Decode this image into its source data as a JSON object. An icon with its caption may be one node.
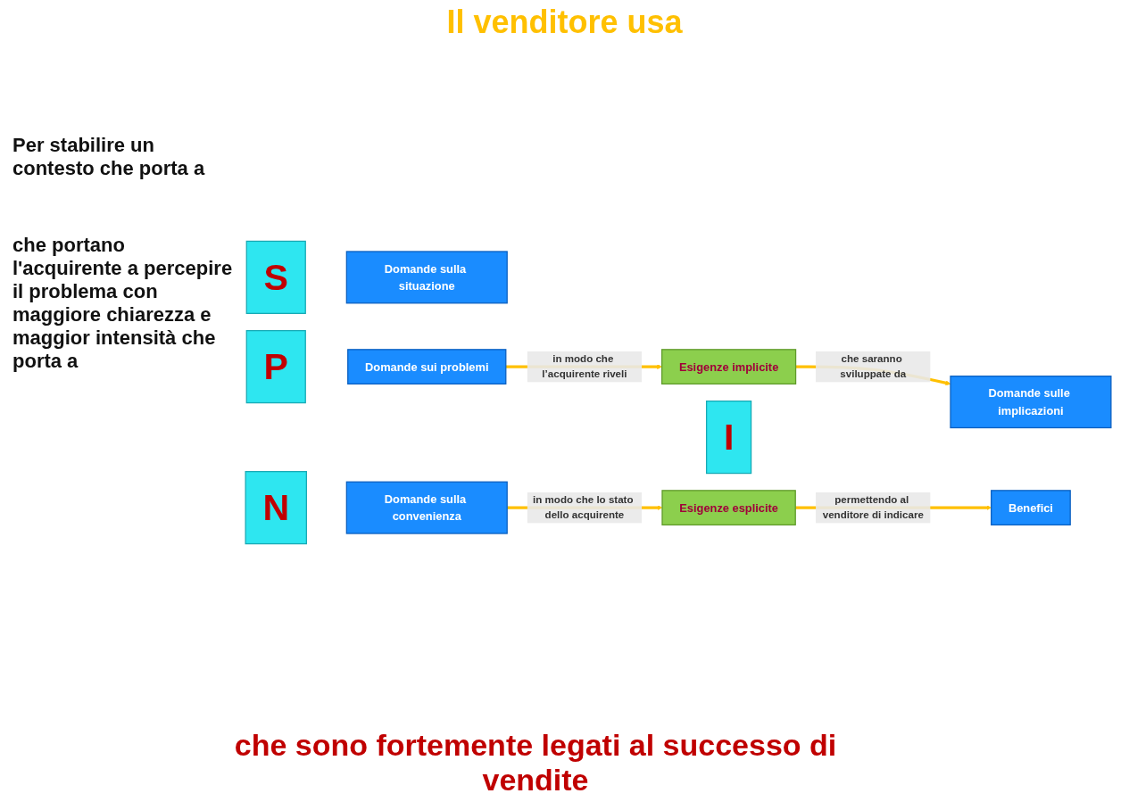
{
  "diagram": {
    "title": "Il venditore usa",
    "caption": "che sono fortemente legati al successo di vendite",
    "nodes": [
      {
        "text": [
          "S"
        ]
      },
      {
        "text": [
          "P"
        ]
      },
      {
        "text": [
          "I"
        ]
      },
      {
        "text": [
          "N"
        ]
      },
      {
        "text": [
          "Domande sulla situazione"
        ]
      },
      {
        "text": [
          "Domande sui problemi"
        ]
      },
      {
        "text": [
          "Domande sulle implicazioni"
        ]
      },
      {
        "text": [
          "Domande sulla convenienza"
        ]
      },
      {
        "text": [
          "Benefici"
        ]
      },
      {
        "text": [
          "Esigenze implicite"
        ]
      },
      {
        "text": [
          "Esigenze esplicite"
        ]
      }
    ],
    "edges": [
      {
        "from": 5,
        "to": 9,
        "arrow": "to",
        "label": "in modo che l’acquirente riveli"
      },
      {
        "from": 9,
        "to": 6,
        "arrow": "to",
        "label": "che saranno sviluppate da"
      },
      {
        "from": 7,
        "to": 10,
        "arrow": "to",
        "label": "in modo che lo stato dello acquirente"
      },
      {
        "from": 10,
        "to": 8,
        "arrow": "to",
        "label": "permettendo al venditore di indicare"
      }
    ],
    "labels": [
      "Per stabilire un contesto che porta a",
      "che portano l'acquirente a percepire il problema con maggiore chiarezza e maggior intensità che porta a"
    ]
  }
}
